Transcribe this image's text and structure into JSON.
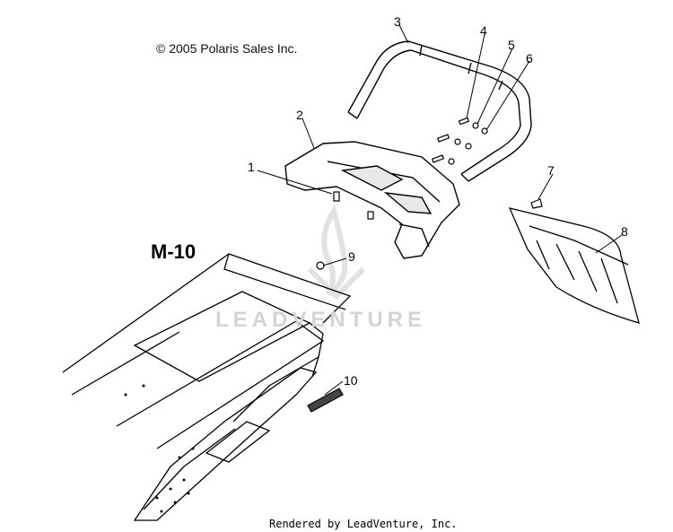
{
  "copyright": "© 2005 Polaris Sales Inc.",
  "model": "M-10",
  "watermark": "LEADVENTURE",
  "footer": "Rendered by LeadVenture, Inc.",
  "callouts": [
    "1",
    "2",
    "3",
    "4",
    "5",
    "6",
    "7",
    "8",
    "9",
    "10"
  ],
  "icons": {
    "watermark_logo": "flame-logo-icon"
  }
}
